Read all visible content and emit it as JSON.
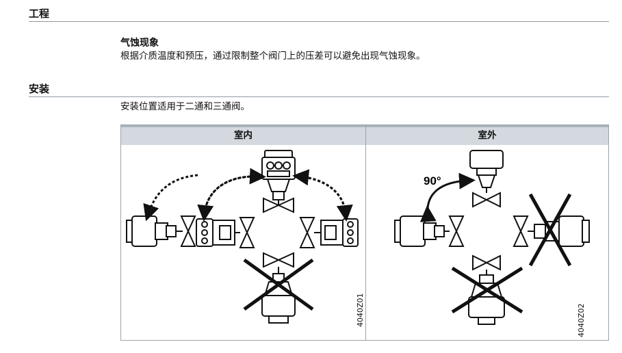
{
  "sections": {
    "engineering": {
      "title": "工程"
    },
    "installation": {
      "title": "安装"
    }
  },
  "cavitation": {
    "heading": "气蚀现象",
    "text": "根据介质温度和预压，通过限制整个阀门上的压差可以避免出现气蚀现象。"
  },
  "installation_text": "安装位置适用于二通和三通阀。",
  "figure": {
    "indoor_label": "室内",
    "outdoor_label": "室外",
    "indoor_code": "4040Z01",
    "outdoor_code": "4040Z02",
    "angle_label": "90°"
  }
}
